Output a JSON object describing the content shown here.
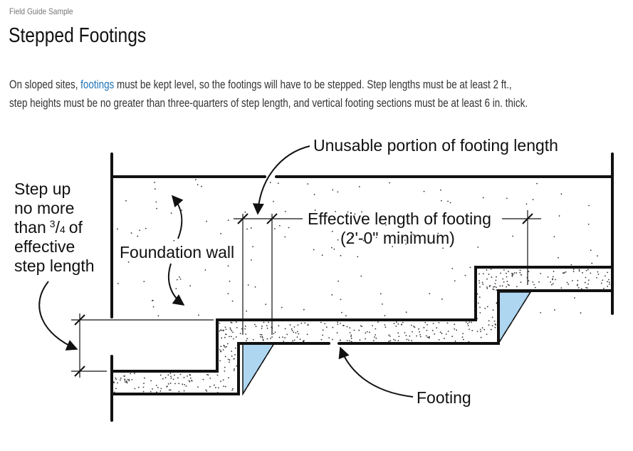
{
  "header": {
    "kicker": "Field Guide Sample",
    "title": "Stepped Footings"
  },
  "intro": {
    "before_link": "On sloped sites, ",
    "link": "footings",
    "line1_after": " must be kept level, so the footings will have to be stepped. Step lengths must be at least 2 ft.,",
    "line2": "step heights must be no greater than three-quarters of step length, and vertical footing sections must be at least 6 in. thick."
  },
  "diagram": {
    "unusable": "Unusable portion of footing length",
    "effective_line1": "Effective length of footing",
    "effective_line2": "(2'-0\" minimum)",
    "foundation_wall": "Foundation wall",
    "footing": "Footing",
    "step_up": [
      "Step up",
      "no more",
      "than",
      "3",
      "4",
      "of",
      "effective",
      "step length"
    ],
    "colors": {
      "fill_blue": "#aed6f1",
      "line": "#111111"
    }
  }
}
